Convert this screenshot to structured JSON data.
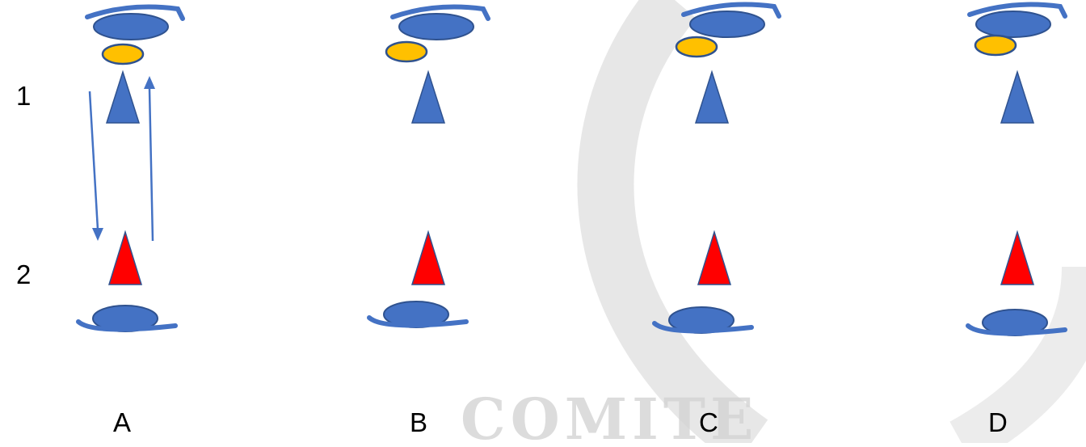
{
  "rows": [
    {
      "label": "1",
      "cone_color": "#4472C4"
    },
    {
      "label": "2",
      "cone_color": "#FF0000"
    }
  ],
  "columns": [
    {
      "label": "A",
      "transfer_arrows": true
    },
    {
      "label": "B",
      "transfer_arrows": false
    },
    {
      "label": "C",
      "transfer_arrows": false
    },
    {
      "label": "D",
      "transfer_arrows": false
    }
  ],
  "colors": {
    "player_blue": "#4472C4",
    "player_outline": "#2F528F",
    "ball_yellow": "#FFC000",
    "ball_outline": "#2F528F",
    "cone_red": "#FF0000",
    "cone_blue": "#4472C4",
    "arrow": "#4472C4",
    "watermark": "#d4d4d4"
  },
  "watermark": {
    "text": "COMITE"
  }
}
